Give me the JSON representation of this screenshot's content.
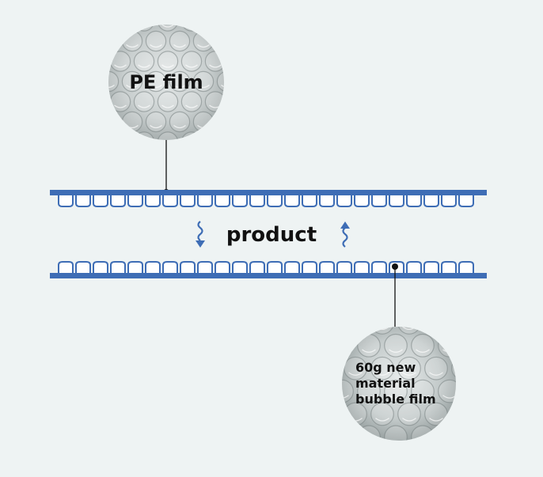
{
  "labels": {
    "pe_film": "PE film",
    "product": "product",
    "bubble_film_lines": [
      "60g new",
      "material",
      "bubble film"
    ]
  },
  "colors": {
    "film_blue": "#3e6db5",
    "arrow_blue": "#3e6db5",
    "background": "#eef3f3",
    "leader_line": "#111111"
  }
}
